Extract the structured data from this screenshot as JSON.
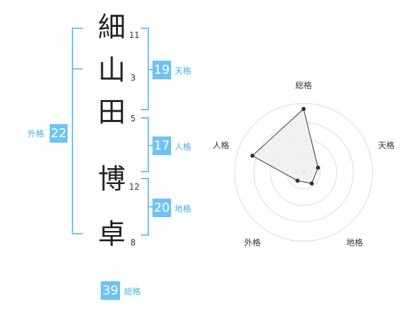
{
  "characters": [
    {
      "char": "細",
      "strokes": "11"
    },
    {
      "char": "山",
      "strokes": "3"
    },
    {
      "char": "田",
      "strokes": "5"
    },
    {
      "char": "博",
      "strokes": "12"
    },
    {
      "char": "卓",
      "strokes": "8"
    }
  ],
  "fortune": {
    "tenkaku": {
      "label": "天格",
      "value": "19"
    },
    "jinkaku": {
      "label": "人格",
      "value": "17"
    },
    "chikaku": {
      "label": "地格",
      "value": "20"
    },
    "gaikaku": {
      "label": "外格",
      "value": "22"
    },
    "soukaku": {
      "label": "総格",
      "value": "39"
    }
  },
  "colors": {
    "accent": "#6ec3f2",
    "accent_text": "#4aaee8",
    "radar_fill": "#eeeeee"
  },
  "radar": {
    "axes": [
      "総格",
      "天格",
      "地格",
      "外格",
      "人格"
    ],
    "levels": 4,
    "values": [
      0.92,
      0.22,
      0.2,
      0.15,
      0.78
    ]
  }
}
